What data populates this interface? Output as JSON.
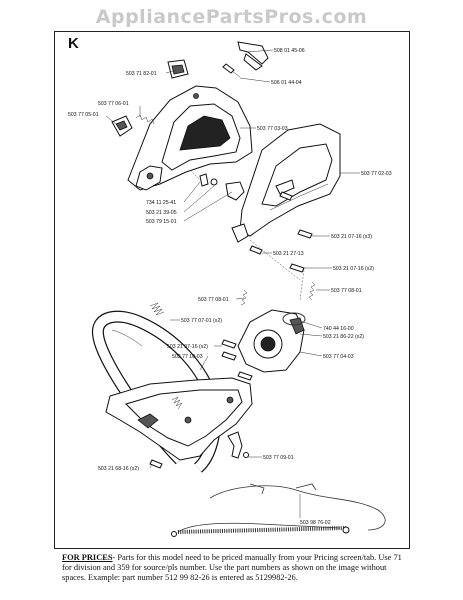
{
  "watermark": "AppliancePartsPros.com",
  "section": "K",
  "labels": [
    {
      "id": "p1",
      "text": "508 01 45-06"
    },
    {
      "id": "p2",
      "text": "503 71 82-01"
    },
    {
      "id": "p3",
      "text": "506 01 44-04"
    },
    {
      "id": "p4",
      "text": "503 77 06-01"
    },
    {
      "id": "p5",
      "text": "503 77 05-01"
    },
    {
      "id": "p6",
      "text": "503 77 03-03"
    },
    {
      "id": "p7",
      "text": "503 77 02-03"
    },
    {
      "id": "p8",
      "text": "734 11 25-41"
    },
    {
      "id": "p9",
      "text": "503 21 39-05"
    },
    {
      "id": "p10",
      "text": "503 79 15-01"
    },
    {
      "id": "p11",
      "text": "503 21 07-16 (x3)"
    },
    {
      "id": "p12",
      "text": "503 21 27-13"
    },
    {
      "id": "p13",
      "text": "503 21 07-16 (x2)"
    },
    {
      "id": "p14",
      "text": "503 77 08-01"
    },
    {
      "id": "p15",
      "text": "503 77 08-01"
    },
    {
      "id": "p16",
      "text": "503 77 07-01 (x2)"
    },
    {
      "id": "p17",
      "text": "740 44 16-00"
    },
    {
      "id": "p18",
      "text": "503 21 86-22 (x2)"
    },
    {
      "id": "p19",
      "text": "503 21 07-16 (x2)"
    },
    {
      "id": "p20",
      "text": "503 77 04-03"
    },
    {
      "id": "p21",
      "text": "503 77 10-03"
    },
    {
      "id": "p22",
      "text": "503 77 09-01"
    },
    {
      "id": "p23",
      "text": "503 21 68-16 (x2)"
    },
    {
      "id": "p24",
      "text": "503 98 76-02"
    }
  ],
  "footer": {
    "lead": "FOR PRICES",
    "text": "- Parts for this model need to be priced manually from your Pricing screen/tab. Use 71 for division and 359 for source/pls number.  Use the part numbers as shown on the image without spaces.  Example: part number 512 99 82-26 is entered as 5129982-26."
  }
}
